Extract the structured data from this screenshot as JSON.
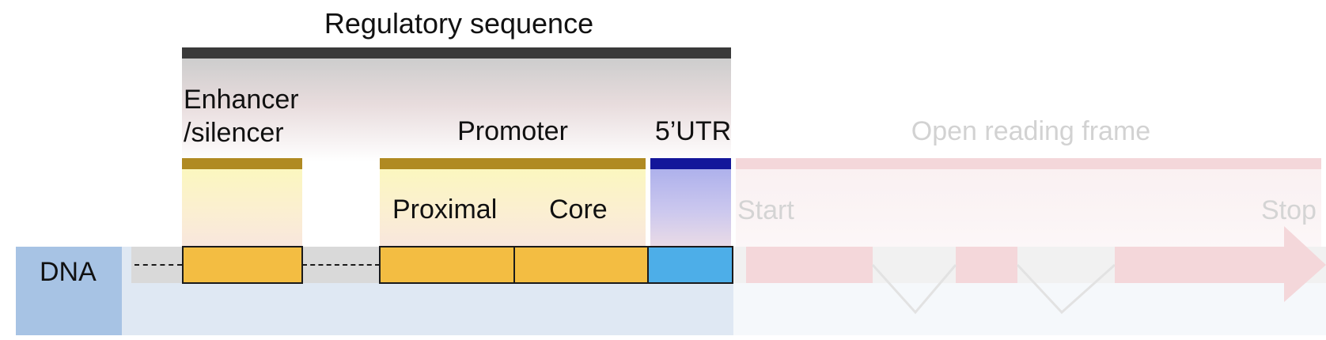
{
  "diagram": {
    "regulatory_title": "Regulatory sequence",
    "enhancer_label_line1": "Enhancer",
    "enhancer_label_line2": "/silencer",
    "promoter_label": "Promoter",
    "proximal_label": "Proximal",
    "core_label": "Core",
    "utr_label": "5’UTR",
    "orf_label": "Open reading frame",
    "start_label": "Start",
    "stop_label": "Stop",
    "dna_label": "DNA"
  },
  "colors": {
    "regulatory_bar": "#3a3a3a",
    "enhancer_promoter_bar": "#b08a22",
    "utr_bar": "#13169a",
    "element_fill": "#f3bd42",
    "utr_fill": "#4daee8",
    "dna_block": "#a7c3e4",
    "dna_band": "#dfe8f3",
    "orf_faded": "#f4d7da"
  }
}
